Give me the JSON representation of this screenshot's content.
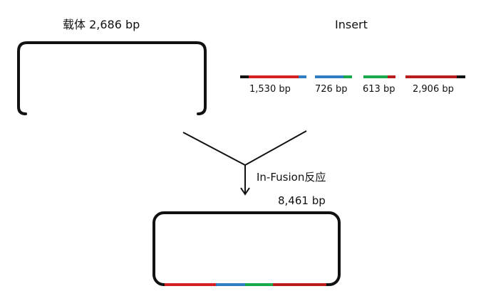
{
  "vector": {
    "label": "载体   2,686  bp"
  },
  "insert": {
    "label": "Insert",
    "fragments": [
      {
        "label": "1,530  bp",
        "segments": [
          "#111111",
          "#d42020",
          "#2f7ec4"
        ]
      },
      {
        "label": "726  bp",
        "segments": [
          "#2f7ec4",
          "#1aa84c"
        ]
      },
      {
        "label": "613  bp",
        "segments": [
          "#1aa84c",
          "#b81c1c"
        ]
      },
      {
        "label": "2,906  bp",
        "segments": [
          "#b81c1c",
          "#111111"
        ]
      }
    ]
  },
  "reaction": {
    "label": "In-Fusion反应"
  },
  "product": {
    "label": "8,461  bp",
    "segments": [
      "#d42020",
      "#2f7ec4",
      "#1aa84c",
      "#b81c1c"
    ]
  },
  "colors": {
    "black": "#111111",
    "red": "#d42020",
    "blue": "#2f7ec4",
    "green": "#1aa84c",
    "darkred": "#b81c1c"
  }
}
